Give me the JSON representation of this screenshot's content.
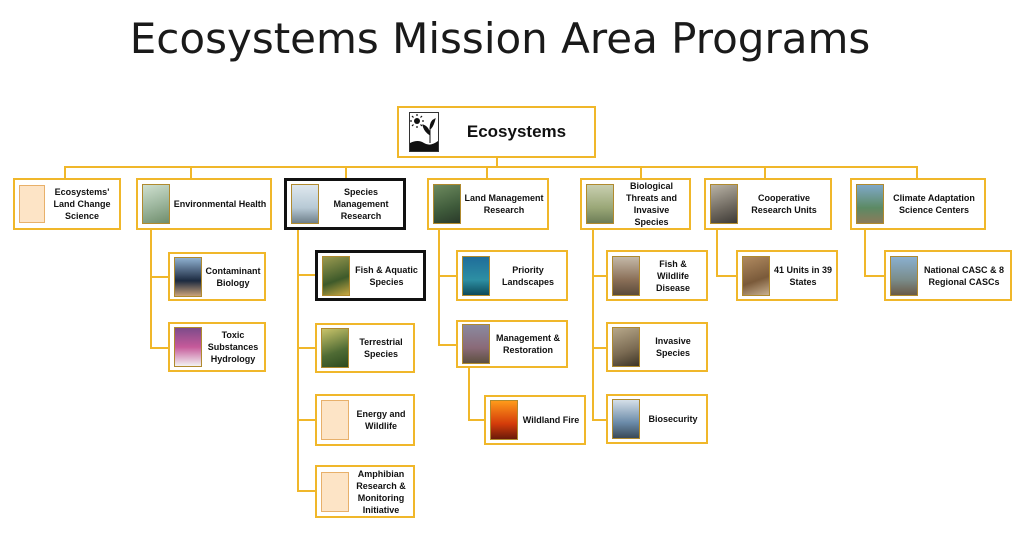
{
  "title": "Ecosystems Mission Area Programs",
  "root": {
    "label": "Ecosystems",
    "icon": "ecosystems-logo-icon"
  },
  "programs": [
    {
      "id": "land-change",
      "label": "Ecosystems' Land Change Science",
      "image": "blank",
      "highlighted": false
    },
    {
      "id": "environmental-health",
      "label": "Environmental Health",
      "image": "environmental-health-photo",
      "highlighted": false,
      "children": [
        {
          "id": "contaminant-biology",
          "label": "Contaminant Biology",
          "image": "bird-photo"
        },
        {
          "id": "toxic-substances",
          "label": "Toxic Substances Hydrology",
          "image": "flowers-photo"
        }
      ]
    },
    {
      "id": "species-management",
      "label": "Species Management Research",
      "image": "polar-bears-photo",
      "highlighted": true,
      "children": [
        {
          "id": "fish-aquatic",
          "label": "Fish & Aquatic Species",
          "image": "fish-photo",
          "highlighted": true
        },
        {
          "id": "terrestrial",
          "label": "Terrestrial Species",
          "image": "bee-photo"
        },
        {
          "id": "energy-wildlife",
          "label": "Energy and Wildlife",
          "image": "blank"
        },
        {
          "id": "amphibian",
          "label": "Amphibian Research & Monitoring Initiative",
          "image": "blank"
        }
      ]
    },
    {
      "id": "land-management",
      "label": "Land Management Research",
      "image": "landscape-photo",
      "highlighted": false,
      "children": [
        {
          "id": "priority-landscapes",
          "label": "Priority Landscapes",
          "image": "diver-photo"
        },
        {
          "id": "management-restoration",
          "label": "Management & Restoration",
          "image": "field-photo",
          "children": [
            {
              "id": "wildland-fire",
              "label": "Wildland Fire",
              "image": "fire-photo"
            }
          ]
        }
      ]
    },
    {
      "id": "biological-threats",
      "label": "Biological Threats and Invasive Species",
      "image": "lake-photo",
      "highlighted": false,
      "children": [
        {
          "id": "fish-wildlife-disease",
          "label": "Fish & Wildlife Disease",
          "image": "deer-photo"
        },
        {
          "id": "invasive-species",
          "label": "Invasive Species",
          "image": "mussels-photo"
        },
        {
          "id": "biosecurity",
          "label": "Biosecurity",
          "image": "lab-photo"
        }
      ]
    },
    {
      "id": "cooperative-research",
      "label": "Cooperative Research Units",
      "image": "lynx-photo",
      "highlighted": false,
      "children": [
        {
          "id": "41-units",
          "label": "41 Units in 39 States",
          "image": "researcher-photo"
        }
      ]
    },
    {
      "id": "climate-adaptation",
      "label": "Climate Adaptation Science Centers",
      "image": "mountain-photo",
      "highlighted": false,
      "children": [
        {
          "id": "national-casc",
          "label": "National CASC & 8 Regional CASCs",
          "image": "field-station-photo"
        }
      ]
    }
  ],
  "colors": {
    "connector": "#f0b72a",
    "node_border": "#f0b72a",
    "highlight_border": "#111111",
    "blank_fill": "#fde4c6"
  }
}
